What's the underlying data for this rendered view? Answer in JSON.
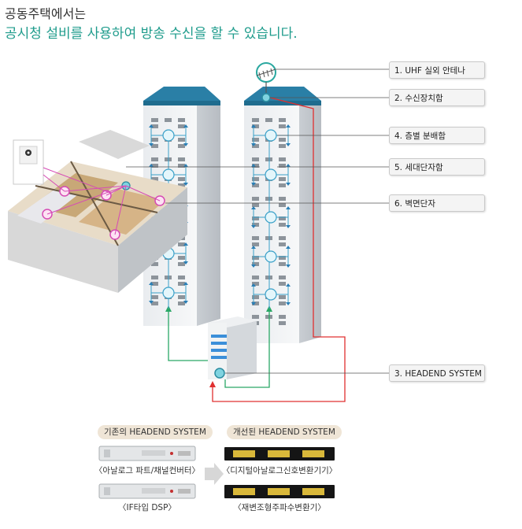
{
  "heading": {
    "line1": "공동주택에서는",
    "line2": "공시청 설비를 사용하여 방송 수신을 할 수 있습니다."
  },
  "callouts": [
    "1. UHF 실외 안테나",
    "2. 수신장치함",
    "4. 층별 분배함",
    "5. 세대단자함",
    "6. 벽면단자",
    "3. HEADEND SYSTEM"
  ],
  "comparison": {
    "old_label": "기존의 HEADEND SYSTEM",
    "new_label": "개선된 HEADEND SYSTEM",
    "old_items": [
      "〈아날로그 파트/채널컨버터〉",
      "〈IF타입 DSP〉"
    ],
    "new_items": [
      "〈디지털아날로그신호변환기기〉",
      "〈재변조형주파수변환기〉"
    ]
  },
  "colors": {
    "accent": "#1f9c8c",
    "roof": "#2a7fa6",
    "signal_red": "#e03030",
    "signal_green": "#2aa866",
    "signal_pink": "#d64bb5"
  }
}
